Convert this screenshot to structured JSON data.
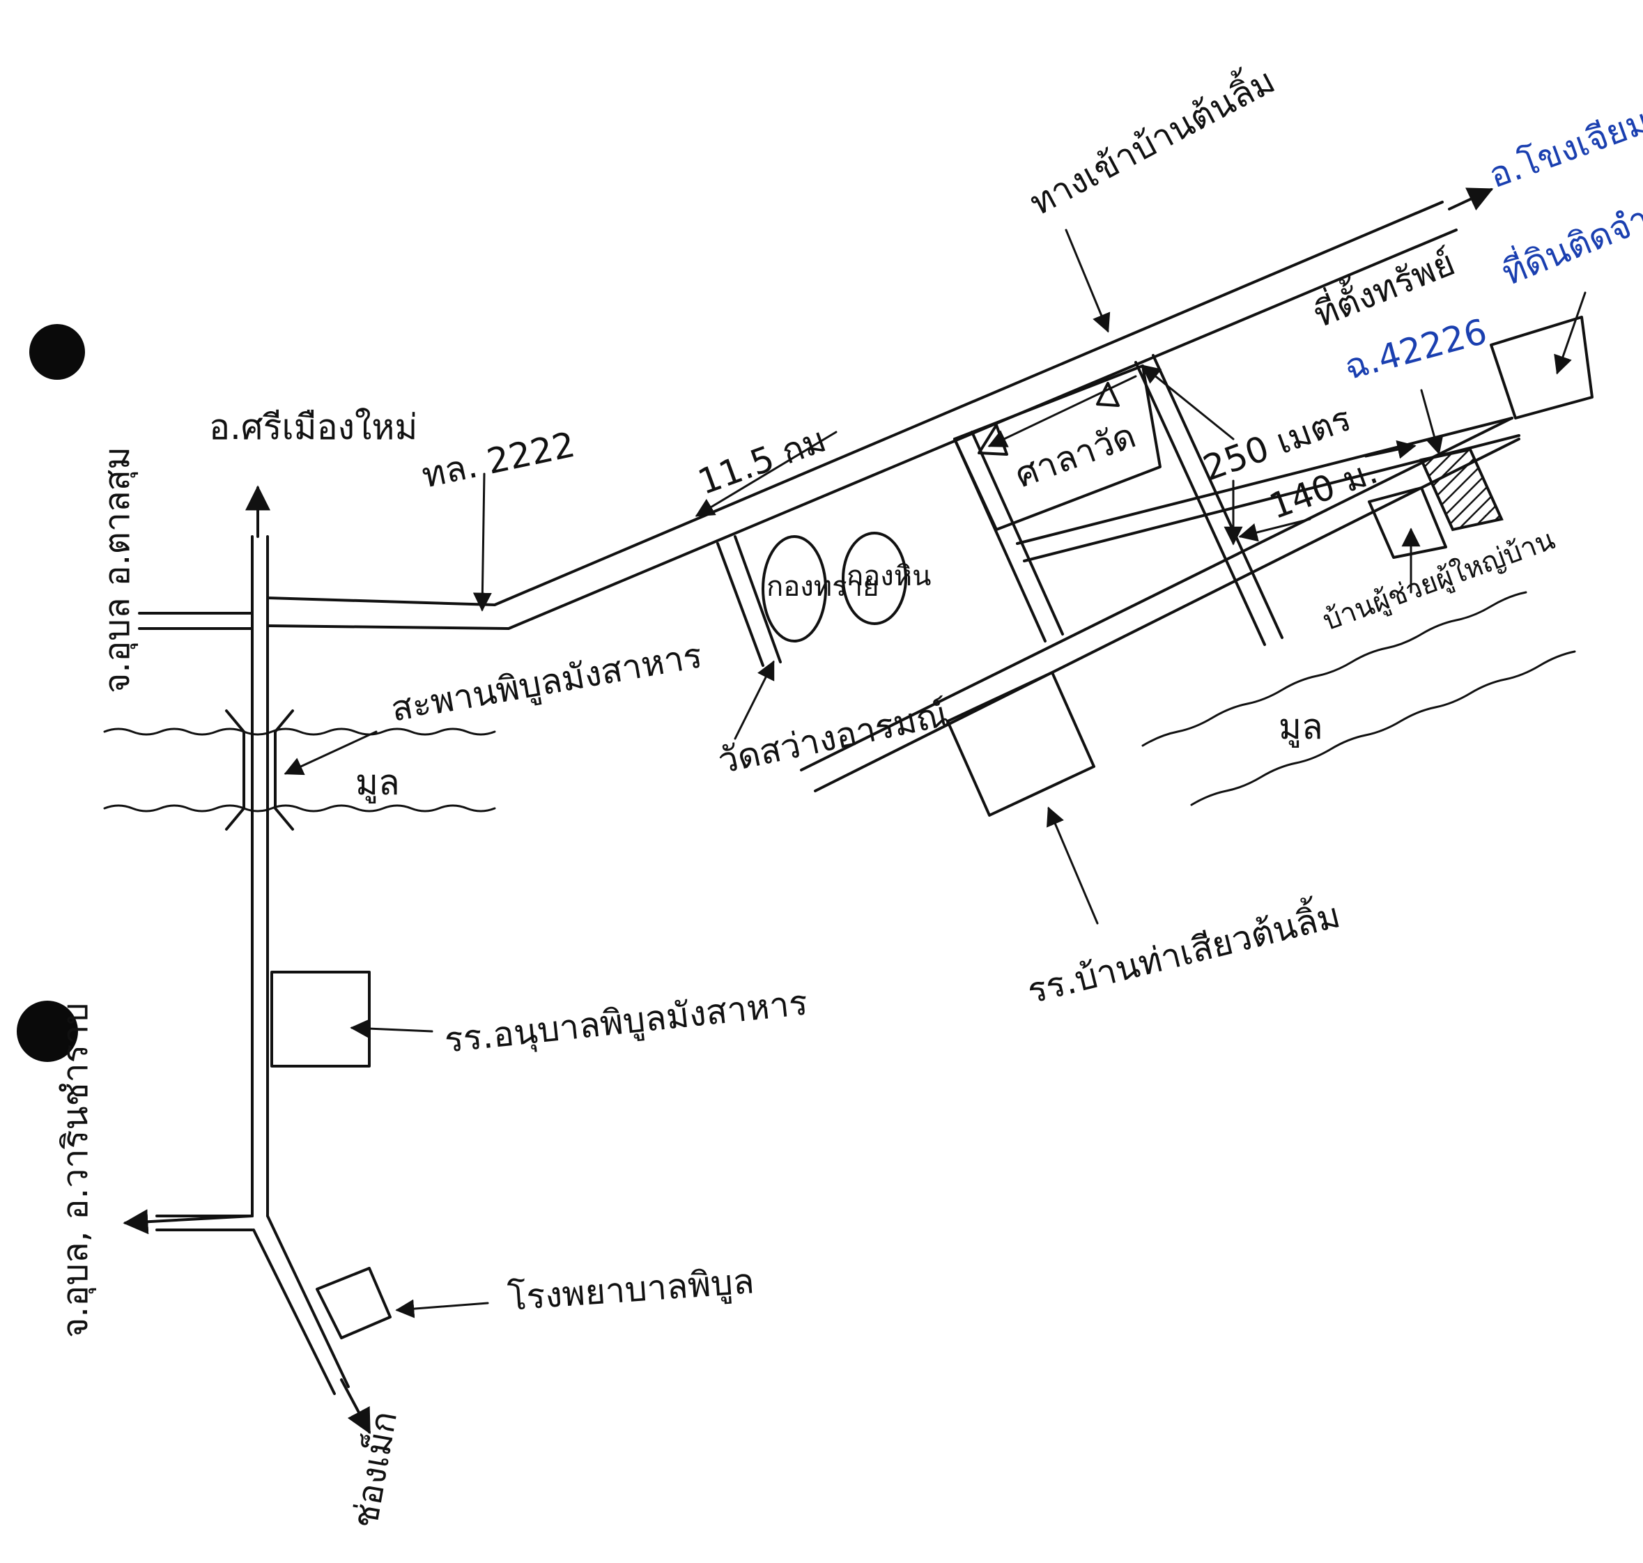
{
  "labels": {
    "sri_mueang_mai": "อ.ศรีเมืองใหม่",
    "tl_2222": "ทล. 2222",
    "km_11_5": "11.5 กม",
    "entrance_ban_ton_lim": "ทางเข้าบ้านต้นลิ้ม",
    "khong_chiam": "อ.โขงเจียม",
    "property_location": "ที่ตั้งทรัพย์",
    "deed_no": "ฉ.42226",
    "adjacent_land": "ที่ดินติดจำยอม",
    "sala_wat": "ศาลาวัด",
    "distance_250": "250 เมตร",
    "distance_140": "140 ม.",
    "kong_hin": "กองหิน",
    "kong_sai": "กองทราย",
    "wat_sawang_arom": "วัดสว่างอารมณ์",
    "village_house": "บ้านผู้ช่วยผู้ใหญ่บ้าน",
    "mun_river_right": "มูล",
    "mun_river_left": "มูล",
    "bridge": "สะพานพิบูลมังสาหาร",
    "kindergarten": "รร.อนุบาลพิบูลมังสาหาร",
    "school_ban_tha": "รร.บ้านท่าเสียวต้นลิ้ม",
    "hospital": "โรงพยาบาลพิบูล",
    "chong_mek": "ช่องเม็ก",
    "left_top": "จ.อุบล อ.ตาลสุม",
    "left_bottom": "จ.อุบล, อ.วารินชำราบ"
  },
  "colors": {
    "ink": "#111111",
    "ballpoint_blue": "#1a3fb0",
    "punch_hole": "#0a0a0a"
  },
  "icons": [
    "triangle-marker-icon",
    "arrow-icon",
    "hatched-parcel-icon",
    "punch-hole-icon"
  ]
}
